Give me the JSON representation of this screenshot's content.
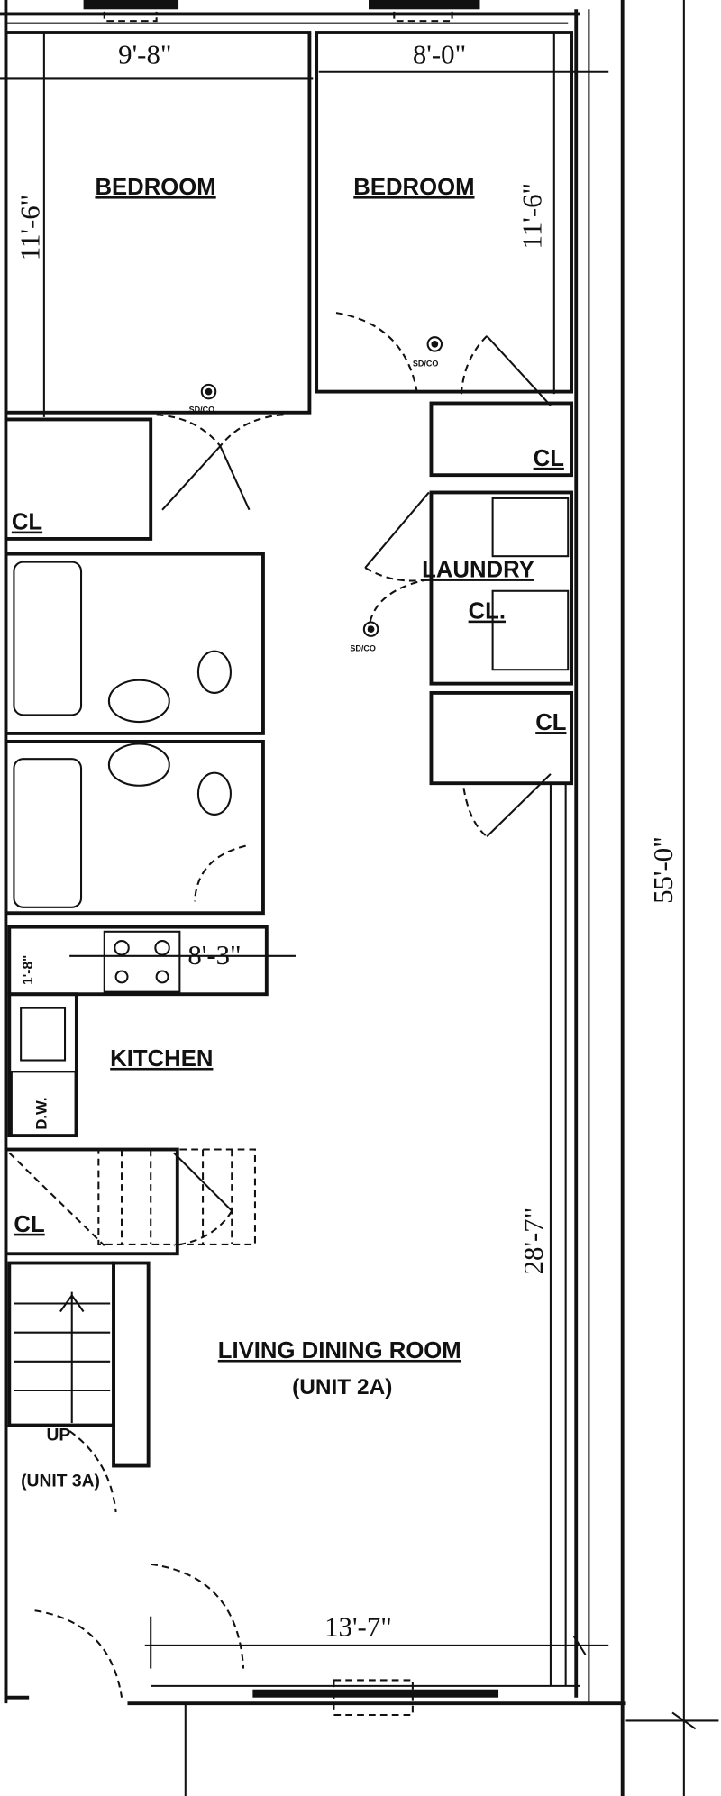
{
  "rooms": {
    "bedroom1": "BEDROOM",
    "bedroom2": "BEDROOM",
    "closet_left_top": "CL",
    "closet_right_top": "CL",
    "laundry": "LAUNDRY",
    "laundry_closet": "CL.",
    "closet_right_mid": "CL",
    "kitchen": "KITCHEN",
    "closet_stair": "CL",
    "living": "LIVING DINING ROOM",
    "living_unit": "(UNIT 2A)",
    "stair_up": "UP",
    "stair_unit": "(UNIT 3A)",
    "dishwasher": "D.W."
  },
  "dimensions": {
    "bedroom1_width": "9'-8\"",
    "bedroom2_width": "8'-0\"",
    "bedroom1_depth": "11'-6\"",
    "bedroom2_depth": "11'-6\"",
    "kitchen_counter": "8'-3\"",
    "kitchen_small": "1'-8\"",
    "living_depth": "28'-7\"",
    "living_width": "13'-7\"",
    "overall_depth": "55'-0\""
  },
  "detectors": [
    "SD/CO",
    "SD/CO",
    "SD/CO"
  ]
}
